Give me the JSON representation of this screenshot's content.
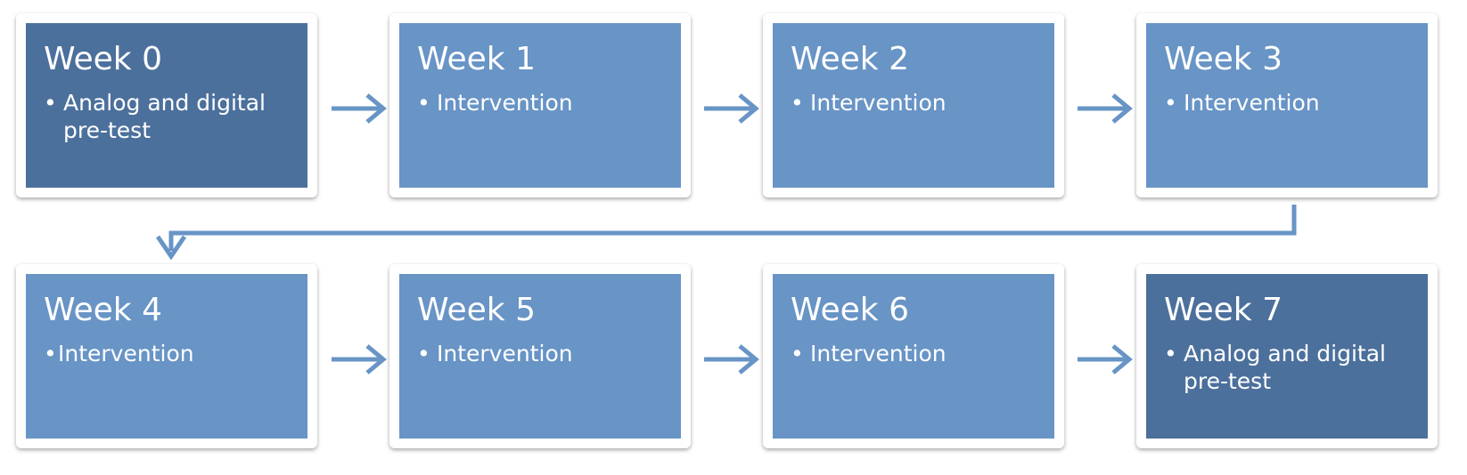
{
  "colors": {
    "box_light": "#6894c6",
    "box_dark": "#4c709c",
    "arrow": "#6894c6",
    "text": "#ffffff"
  },
  "steps": [
    {
      "title": "Week 0",
      "item": "Analog and digital pre-test"
    },
    {
      "title": "Week 1",
      "item": "Intervention"
    },
    {
      "title": "Week 2",
      "item": "Intervention"
    },
    {
      "title": "Week 3",
      "item": "Intervention"
    },
    {
      "title": "Week 4",
      "item": "Intervention"
    },
    {
      "title": "Week 5",
      "item": "Intervention"
    },
    {
      "title": "Week 6",
      "item": "Intervention"
    },
    {
      "title": "Week 7",
      "item": "Analog and digital pre-test"
    }
  ]
}
